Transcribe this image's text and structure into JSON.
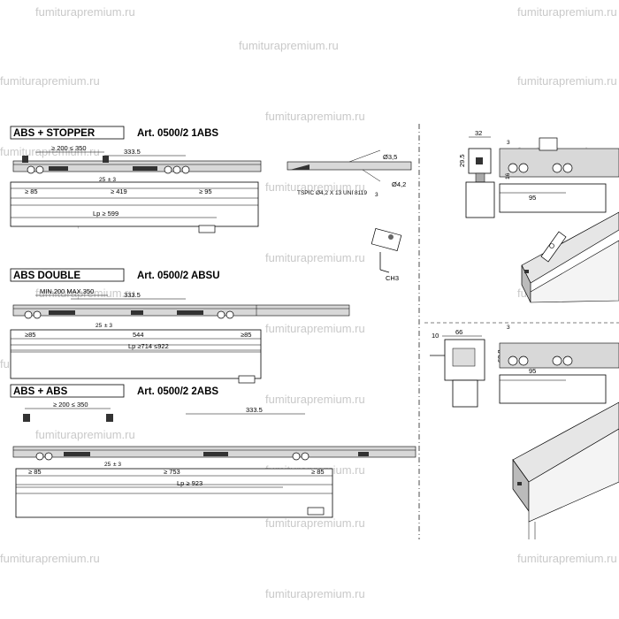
{
  "watermark": "fumiturapremium.ru",
  "sections": [
    {
      "title": "ABS + STOPPER",
      "article": "Art. 0500/2 1ABS",
      "dims": {
        "range": "≥ 200 ≤ 350",
        "travel": "333.5",
        "left": "≥ 85",
        "mid": "≥ 419",
        "right": "≥ 95",
        "lp": "Lp ≥ 599",
        "tol": "± 3",
        "vert": "25"
      }
    },
    {
      "title": "ABS DOUBLE",
      "article": "Art. 0500/2 ABSU",
      "dims": {
        "range": "MIN.200 MAX.350",
        "travel": "333.5",
        "left": "≥85",
        "mid": "544",
        "right": "≥85",
        "lp": "Lp ≥714 ≤922",
        "tol": "± 3",
        "vert": "25"
      }
    },
    {
      "title": "ABS + ABS",
      "article": "Art. 0500/2 2ABS",
      "dims": {
        "range": "≥ 200 ≤ 350",
        "travel": "333.5",
        "left": "≥ 85",
        "mid": "≥ 753",
        "right": "≥ 85",
        "lp": "Lp ≥ 923",
        "tol": "± 3",
        "vert": "25"
      }
    }
  ],
  "screw_detail": {
    "d1": "Ø3,5",
    "d2": "Ø4,2",
    "spec": "TSPIC Ø4,2 X 13 UNI 8119",
    "wrench": "CH3",
    "three": "3"
  },
  "profile_top": {
    "w": "32",
    "h": "29.5",
    "three": "3",
    "w95": "95",
    "sixteen": "16"
  },
  "profile_bottom": {
    "ten": "10",
    "w": "66",
    "h": "68.8",
    "three": "3",
    "w95": "95"
  }
}
